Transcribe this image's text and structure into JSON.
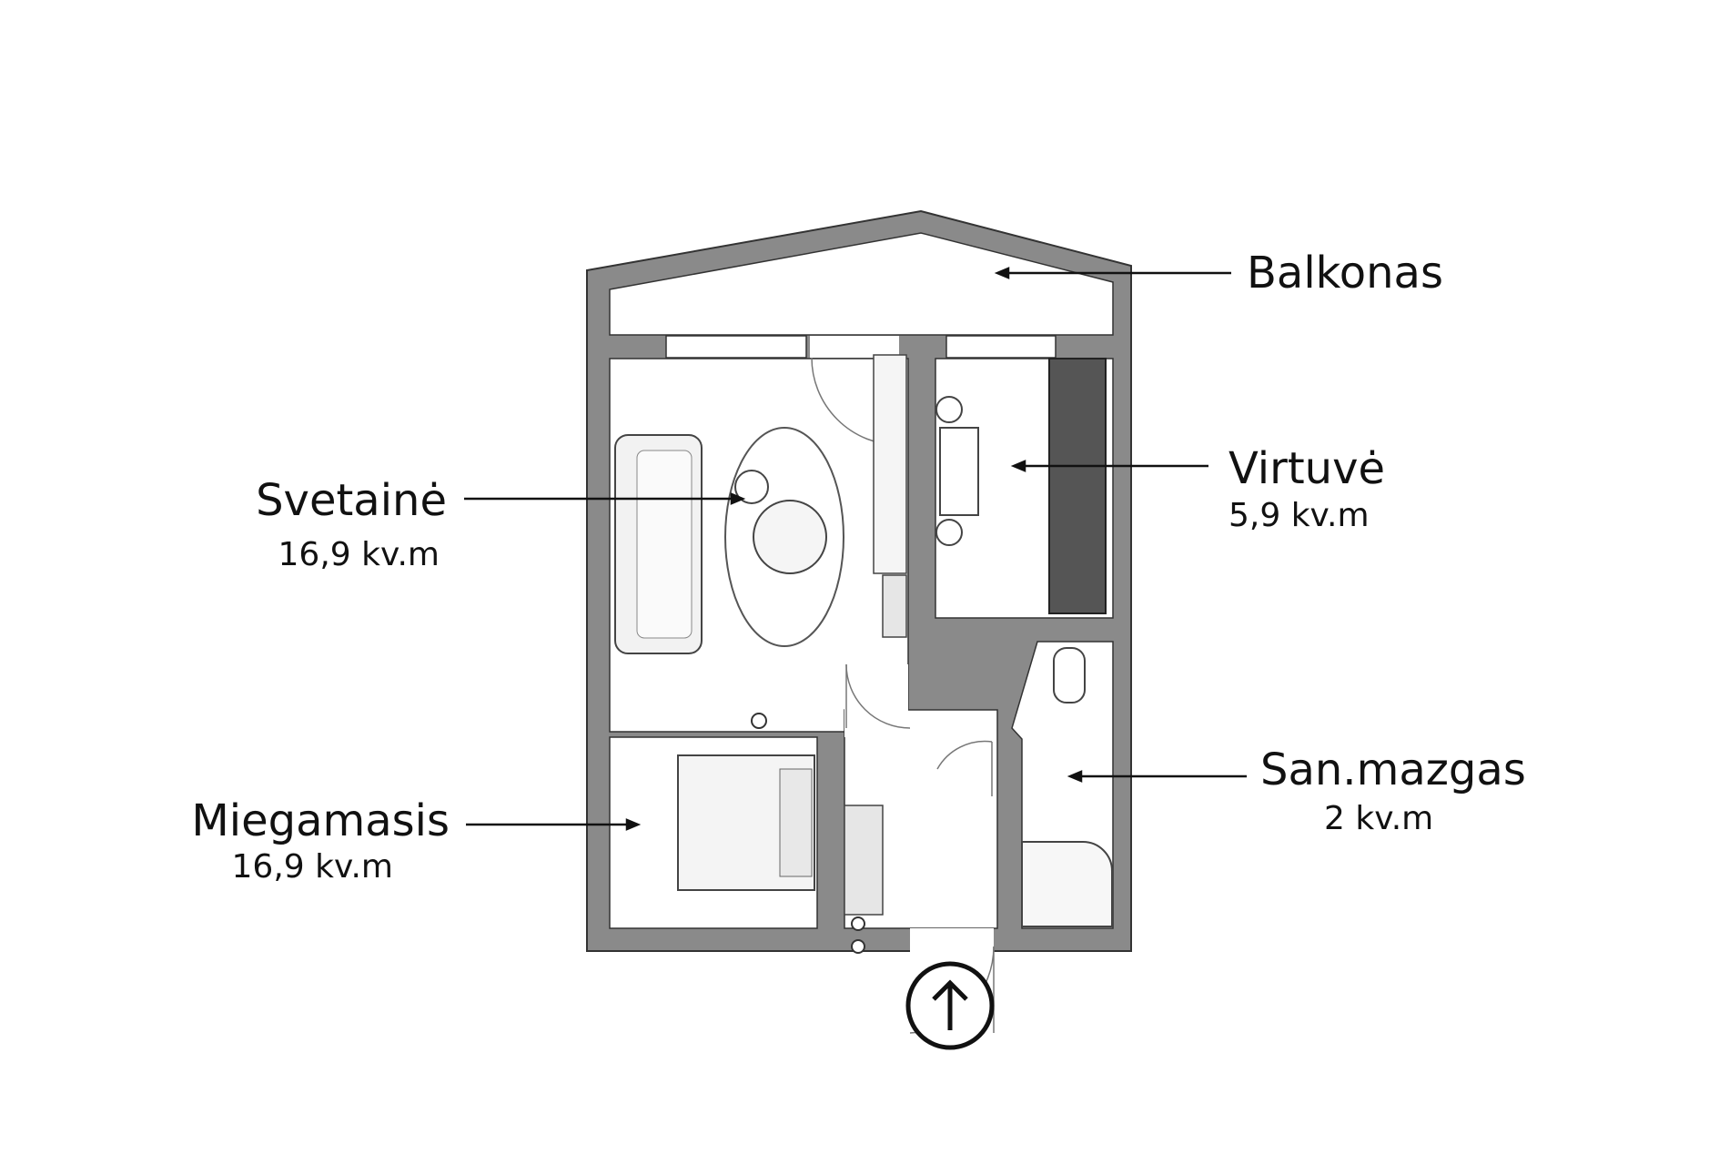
{
  "rooms": {
    "balcony": {
      "name": "Balkonas",
      "area": ""
    },
    "kitchen": {
      "name": "Virtuvė",
      "area": "5,9 kv.m"
    },
    "living": {
      "name": "Svetainė",
      "area": "16,9 kv.m"
    },
    "bathroom": {
      "name": "San.mazgas",
      "area": "2 kv.m"
    },
    "bedroom": {
      "name": "Miegamasis",
      "area": "16,9 kv.m"
    }
  },
  "colors": {
    "wall": "#8a8a8a",
    "wall_stroke": "#333333",
    "kitchen_counter": "#555555",
    "floor": "#ffffff",
    "label": "#111111"
  },
  "icons": {
    "entrance": "arrow-up-circle-icon"
  }
}
